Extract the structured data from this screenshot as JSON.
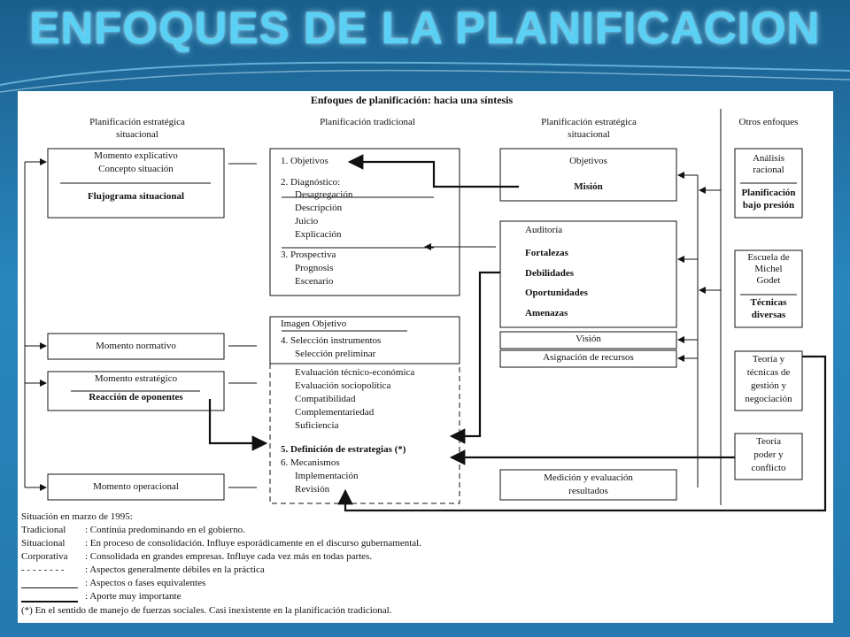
{
  "slide_title": "ENFOQUES DE LA PLANIFICACION",
  "diagram": {
    "title": "Enfoques de planificación: hacia una síntesis",
    "columns": {
      "estrategica_left": [
        "Planificación estratégica",
        "situacional"
      ],
      "tradicional": "Planificación tradicional",
      "estrategica_right": [
        "Planificación estratégica",
        "situacional"
      ],
      "otros": "Otros enfoques"
    },
    "left_boxes": {
      "explicativo": [
        "Momento explicativo",
        "Concepto situación"
      ],
      "flujograma": "Flujograma situacional",
      "normativo": "Momento normativo",
      "estrategico": "Momento estratégico",
      "reaccion": "Reacción de oponentes",
      "operacional": "Momento operacional"
    },
    "traditional_top": {
      "objetivos": "1. Objetivos",
      "diagnostico": "2. Diagnóstico:",
      "diag_items": [
        "Desagregación",
        "Descripción",
        "Juicio",
        "Explicación"
      ],
      "prospectiva": "3. Prospectiva",
      "prosp_items": [
        "Prognosis",
        "Escenario"
      ]
    },
    "traditional_bottom": {
      "imagen": "Imagen Objetivo",
      "seleccion": "4. Selección instrumentos",
      "seleccion_pre": "Selección preliminar",
      "evaluacion": [
        "Evaluación técnico-económica",
        "Evaluación sociopolítica",
        "Compatibilidad",
        "Complementariedad",
        "Suficiencia"
      ],
      "definicion": "5. Definición de estrategias (*)",
      "mecanismos": "6. Mecanismos",
      "mec_items": [
        "Implementación",
        "Revisión"
      ]
    },
    "right_boxes": {
      "objetivos": "Objetivos",
      "mision": "Misión",
      "auditoria": "Auditoría",
      "swot": [
        "Fortalezas",
        "Debilidades",
        "Oportunidades",
        "Amenazas"
      ],
      "vision": "Visión",
      "asignacion": "Asignación de recursos",
      "medicion": [
        "Medición y evaluación",
        "resultados"
      ]
    },
    "otros_boxes": {
      "analisis": [
        "Análisis",
        "racional"
      ],
      "bajo_presion": [
        "Planificación",
        "bajo presión"
      ],
      "godet": [
        "Escuela de",
        "Michel",
        "Godet"
      ],
      "tecnicas": [
        "Técnicas",
        "diversas"
      ],
      "teoria_gestion": [
        "Teoría y",
        "técnicas de",
        "gestión y",
        "negociación"
      ],
      "teoria_poder": [
        "Teoría",
        "poder y",
        "conflicto"
      ]
    },
    "legend": {
      "heading": "Situación en marzo de 1995:",
      "rows": [
        {
          "term": "Tradicional",
          "text": ": Continúa predominando en el gobierno."
        },
        {
          "term": "Situacional",
          "text": ": En proceso de consolidación. Influye esporádicamente en el discurso gubernamental."
        },
        {
          "term": "Corporativa",
          "text": ": Consolidada en grandes empresas. Influye cada vez más en todas partes."
        },
        {
          "term": "- - - - - - - -",
          "text": ": Aspectos generalmente débiles en la práctica"
        },
        {
          "term": "",
          "text": ": Aspectos o fases equivalentes"
        },
        {
          "term": "",
          "text": ": Aporte muy importante"
        }
      ],
      "footnote": "(*) En el sentido de manejo de fuerzas sociales. Casi inexistente en la planificación tradicional."
    }
  }
}
